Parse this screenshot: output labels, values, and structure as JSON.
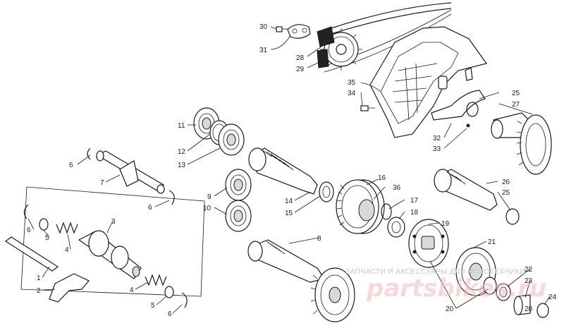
{
  "labels": {
    "l1": "1",
    "l2": "2",
    "l3": "3",
    "l4a": "4",
    "l4b": "4",
    "l5a": "5",
    "l5b": "5",
    "l6a": "6",
    "l6b": "6",
    "l6c": "6",
    "l6d": "6",
    "l7": "7",
    "l8": "8",
    "l9": "9",
    "l10": "10",
    "l11": "11",
    "l12": "12",
    "l13": "13",
    "l14": "14",
    "l15": "15",
    "l16": "16",
    "l17": "17",
    "l18": "18",
    "l19": "19",
    "l20a": "20",
    "l20b": "20",
    "l21": "21",
    "l22": "22",
    "l23": "23",
    "l24": "24",
    "l25a": "25",
    "l25b": "25",
    "l26": "26",
    "l27": "27",
    "l28": "28",
    "l29": "29",
    "l30": "30",
    "l31": "31",
    "l32": "32",
    "l33": "33",
    "l34": "34",
    "l35": "35",
    "l36": "36"
  },
  "watermark": {
    "caption": "ЗАПЧАСТИ И АКСЕССУАРЫ ДЛЯ МОТОТЕХНИКИ",
    "logo": "partsbikes.ru"
  }
}
